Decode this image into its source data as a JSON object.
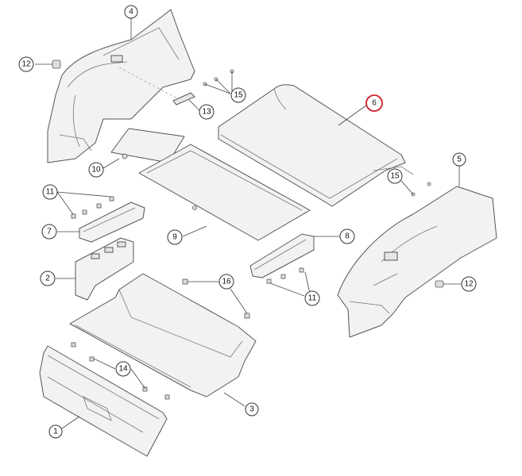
{
  "callouts": [
    {
      "id": "c1",
      "label": "1",
      "highlight": false
    },
    {
      "id": "c2",
      "label": "2",
      "highlight": false
    },
    {
      "id": "c3",
      "label": "3",
      "highlight": false
    },
    {
      "id": "c4",
      "label": "4",
      "highlight": false
    },
    {
      "id": "c5",
      "label": "5",
      "highlight": false
    },
    {
      "id": "c6",
      "label": "6",
      "highlight": true
    },
    {
      "id": "c7",
      "label": "7",
      "highlight": false
    },
    {
      "id": "c8",
      "label": "8",
      "highlight": false
    },
    {
      "id": "c9",
      "label": "9",
      "highlight": false
    },
    {
      "id": "c10",
      "label": "10",
      "highlight": false
    },
    {
      "id": "c11a",
      "label": "11",
      "highlight": false
    },
    {
      "id": "c11b",
      "label": "11",
      "highlight": false
    },
    {
      "id": "c12a",
      "label": "12",
      "highlight": false
    },
    {
      "id": "c12b",
      "label": "12",
      "highlight": false
    },
    {
      "id": "c13",
      "label": "13",
      "highlight": false
    },
    {
      "id": "c14",
      "label": "14",
      "highlight": false
    },
    {
      "id": "c15a",
      "label": "15",
      "highlight": false
    },
    {
      "id": "c15b",
      "label": "15",
      "highlight": false
    },
    {
      "id": "c16",
      "label": "16",
      "highlight": false
    }
  ],
  "colors": {
    "highlight": "#d0202a",
    "line": "#555555",
    "fill": "#f2f2f2"
  }
}
